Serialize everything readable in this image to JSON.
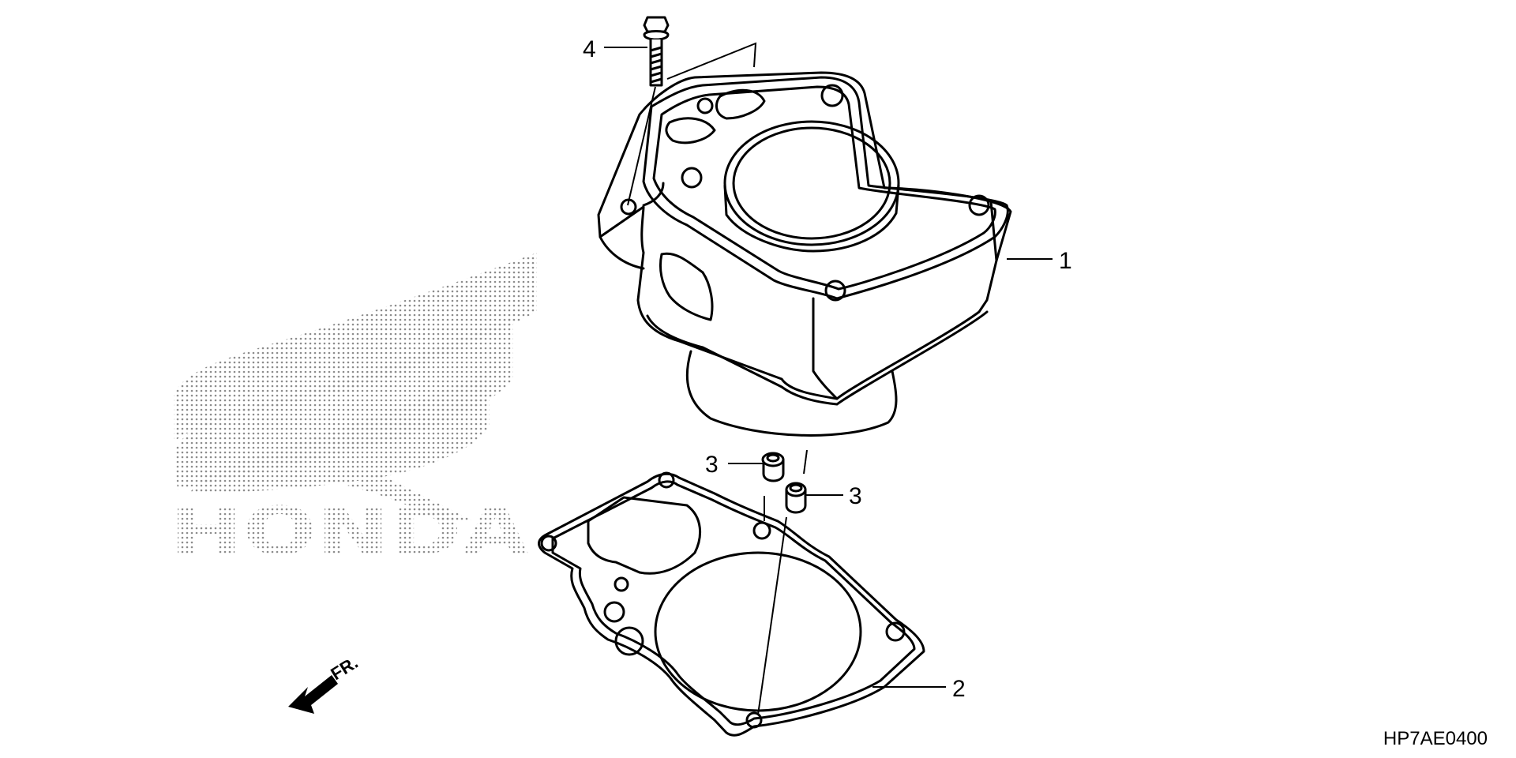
{
  "brand": {
    "logo_text": "HONDA",
    "watermark_color": "#9a9a9a"
  },
  "direction": {
    "label": "FR."
  },
  "callouts": [
    {
      "id": "1",
      "label": "1"
    },
    {
      "id": "2",
      "label": "2"
    },
    {
      "id": "3a",
      "label": "3"
    },
    {
      "id": "3b",
      "label": "3"
    },
    {
      "id": "4",
      "label": "4"
    }
  ],
  "diagram_code": "HP7AE0400",
  "colors": {
    "line": "#000000",
    "background": "#ffffff"
  }
}
